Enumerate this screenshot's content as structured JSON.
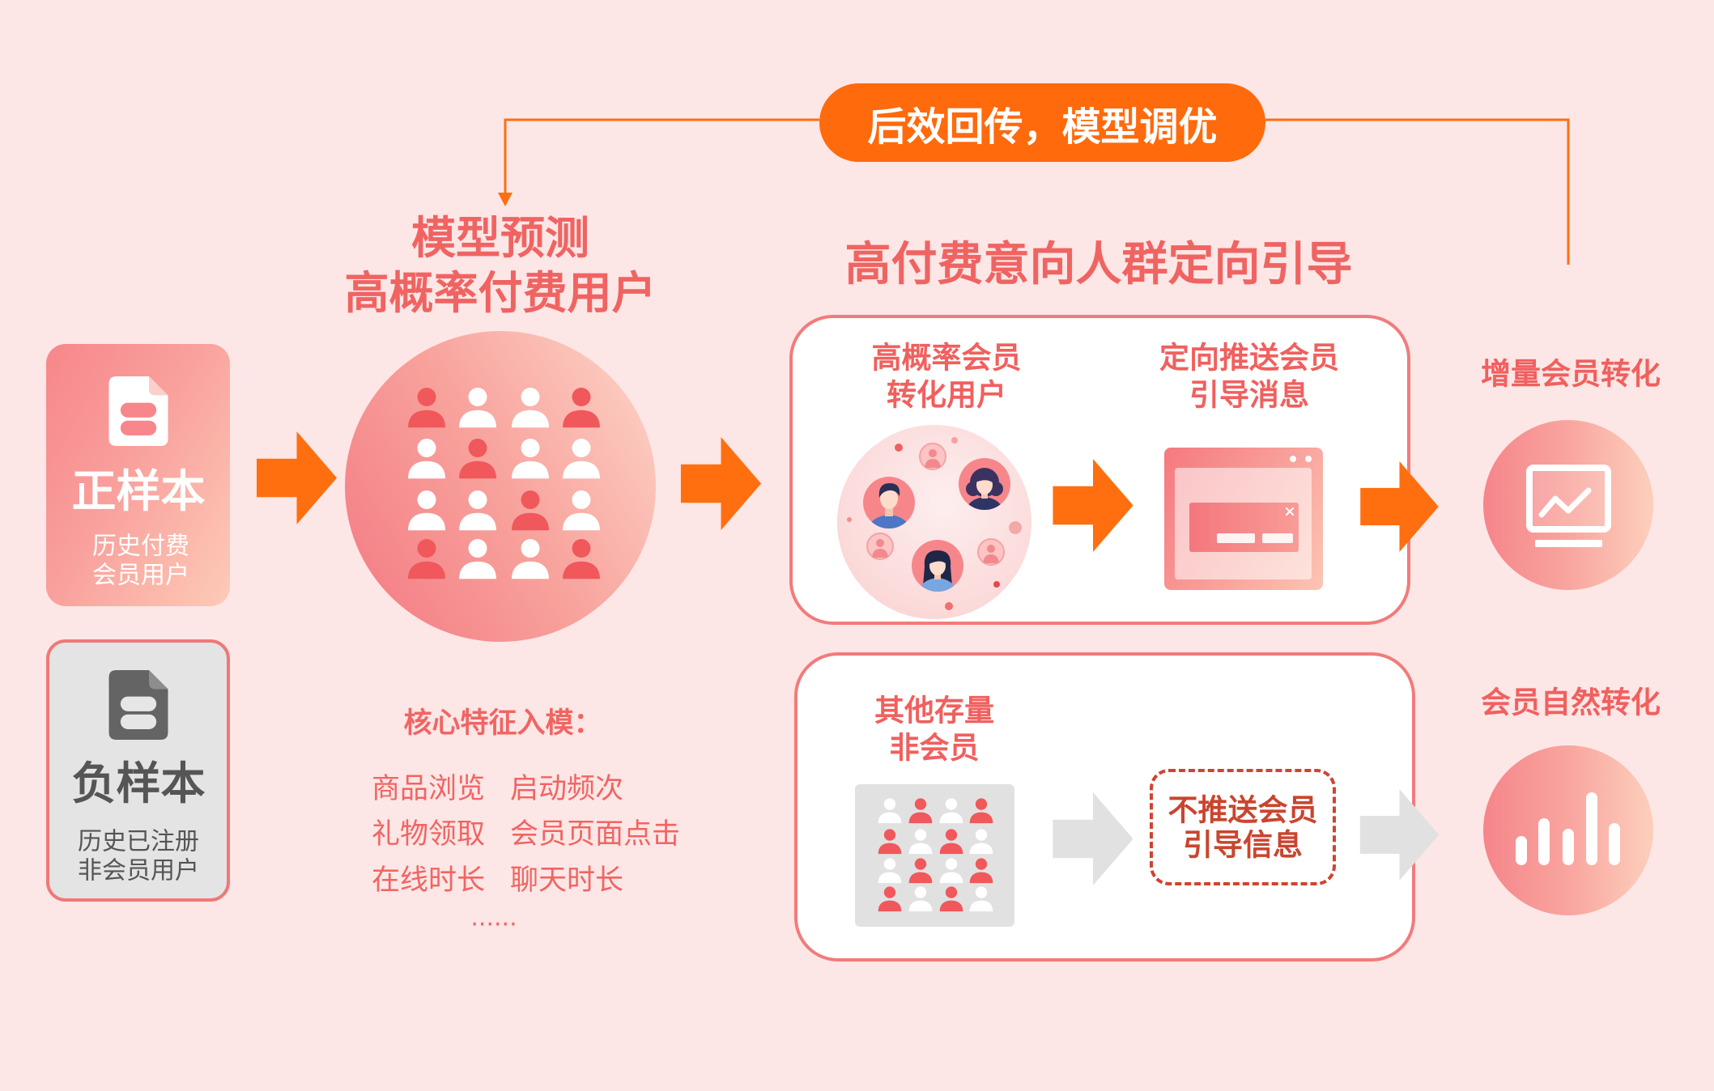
{
  "feedback_banner": {
    "label": "后效回传，模型调优"
  },
  "positive_sample": {
    "title": "正样本",
    "desc": [
      "历史付费",
      "会员用户"
    ]
  },
  "negative_sample": {
    "title": "负样本",
    "desc": [
      "历史已注册",
      "非会员用户"
    ]
  },
  "model_prediction": {
    "title": [
      "模型预测",
      "高概率付费用户"
    ]
  },
  "core_features": {
    "title": "核心特征入模：",
    "items": [
      "商品浏览",
      "启动频次",
      "礼物领取",
      "会员页面点击",
      "在线时长",
      "聊天时长"
    ],
    "more": "......"
  },
  "targeted_guidance": {
    "title": "高付费意向人群定向引导",
    "high_probability": {
      "label": [
        "高概率会员",
        "转化用户"
      ],
      "action": [
        "定向推送会员",
        "引导消息"
      ],
      "result": "增量会员转化"
    },
    "other_stock": {
      "label": [
        "其他存量",
        "非会员"
      ],
      "action": [
        "不推送会员",
        "引导信息"
      ],
      "result": "会员自然转化"
    }
  },
  "crowd_pattern": [
    [
      "highlight",
      "default",
      "default",
      "highlight"
    ],
    [
      "default",
      "highlight",
      "default",
      "default"
    ],
    [
      "default",
      "default",
      "highlight",
      "default"
    ],
    [
      "highlight",
      "default",
      "default",
      "highlight"
    ]
  ],
  "stock_pattern": [
    [
      "default",
      "highlight",
      "default",
      "highlight"
    ],
    [
      "highlight",
      "default",
      "highlight",
      "default"
    ],
    [
      "default",
      "highlight",
      "default",
      "highlight"
    ],
    [
      "highlight",
      "default",
      "highlight",
      "default"
    ]
  ],
  "icons": {
    "sample_card": "document-icon",
    "crowd_member": "person-icon",
    "flow_step": "arrow-right-icon",
    "user_avatars": "avatar-icon",
    "push_message": "browser-window-icon",
    "incremental_result": "monitor-chart-icon",
    "natural_result": "bar-chart-icon"
  },
  "colors": {
    "background": "#fde6e6",
    "accent_orange": "#ff6a0c",
    "brand_pink": "#ef6462",
    "person_highlight": "#f0585c",
    "person_default": "#ffffff",
    "negative_gray": "#646464",
    "dashed_border": "#d0432f"
  }
}
